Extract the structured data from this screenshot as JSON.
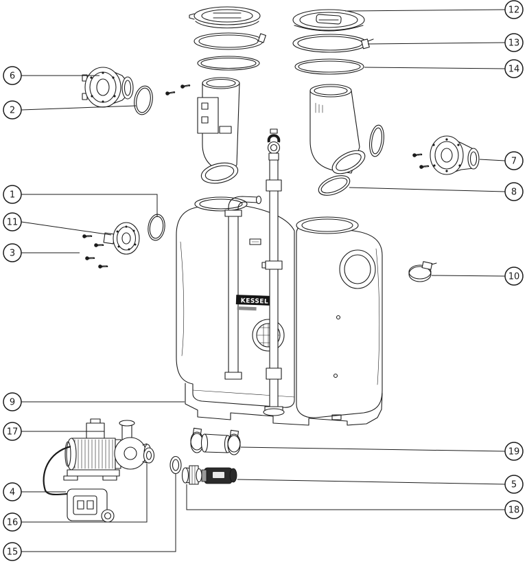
{
  "diagram": {
    "type": "exploded-parts-diagram",
    "brand_label": "KESSEL",
    "callouts": [
      {
        "num": "1"
      },
      {
        "num": "2"
      },
      {
        "num": "3"
      },
      {
        "num": "4"
      },
      {
        "num": "5"
      },
      {
        "num": "6"
      },
      {
        "num": "7"
      },
      {
        "num": "8"
      },
      {
        "num": "9"
      },
      {
        "num": "10"
      },
      {
        "num": "11"
      },
      {
        "num": "12"
      },
      {
        "num": "13"
      },
      {
        "num": "14"
      },
      {
        "num": "15"
      },
      {
        "num": "16"
      },
      {
        "num": "17"
      },
      {
        "num": "18"
      },
      {
        "num": "19"
      }
    ],
    "colors": {
      "line": "#1a1a1a",
      "background": "#ffffff",
      "valve_body": "#2b2b2b",
      "label_bg": "#151515",
      "label_text": "#ffffff"
    }
  }
}
